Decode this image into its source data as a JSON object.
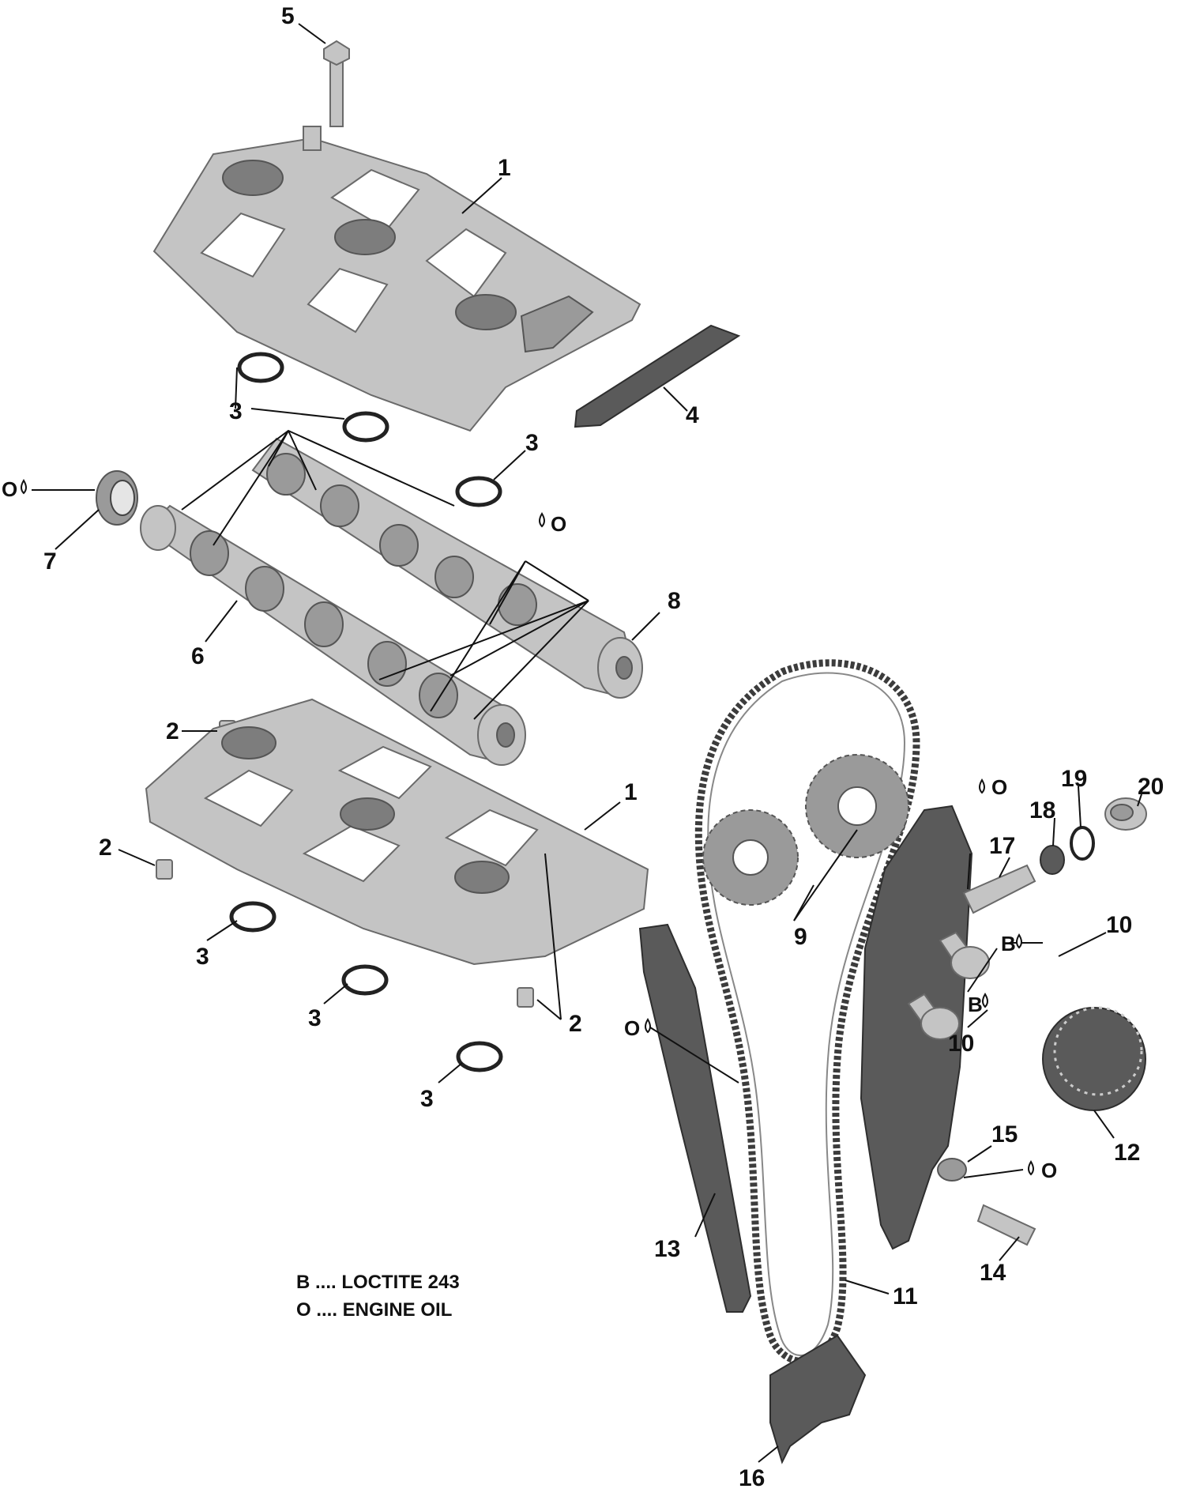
{
  "callouts": {
    "c5": "5",
    "c1_top": "1",
    "c4": "4",
    "c3_a": "3",
    "c3_b": "3",
    "c7": "7",
    "c6": "6",
    "c8": "8",
    "c2_a": "2",
    "c1_bot": "1",
    "c2_b": "2",
    "c3_c": "3",
    "c3_d": "3",
    "c3_e": "3",
    "c2_c": "2",
    "c9": "9",
    "c19": "19",
    "c20": "20",
    "c18": "18",
    "c17": "17",
    "c10_a": "10",
    "c10_b": "10",
    "c12": "12",
    "c15": "15",
    "c14": "14",
    "c13": "13",
    "c11": "11",
    "c16": "16"
  },
  "symbols": {
    "oil_1": "O",
    "oil_2": "O",
    "oil_3": "O",
    "oil_4": "O",
    "oil_5": "O",
    "loctite_1": "B",
    "loctite_2": "B"
  },
  "legend": {
    "line1": "B .... LOCTITE 243",
    "line2": "O .... ENGINE OIL"
  }
}
